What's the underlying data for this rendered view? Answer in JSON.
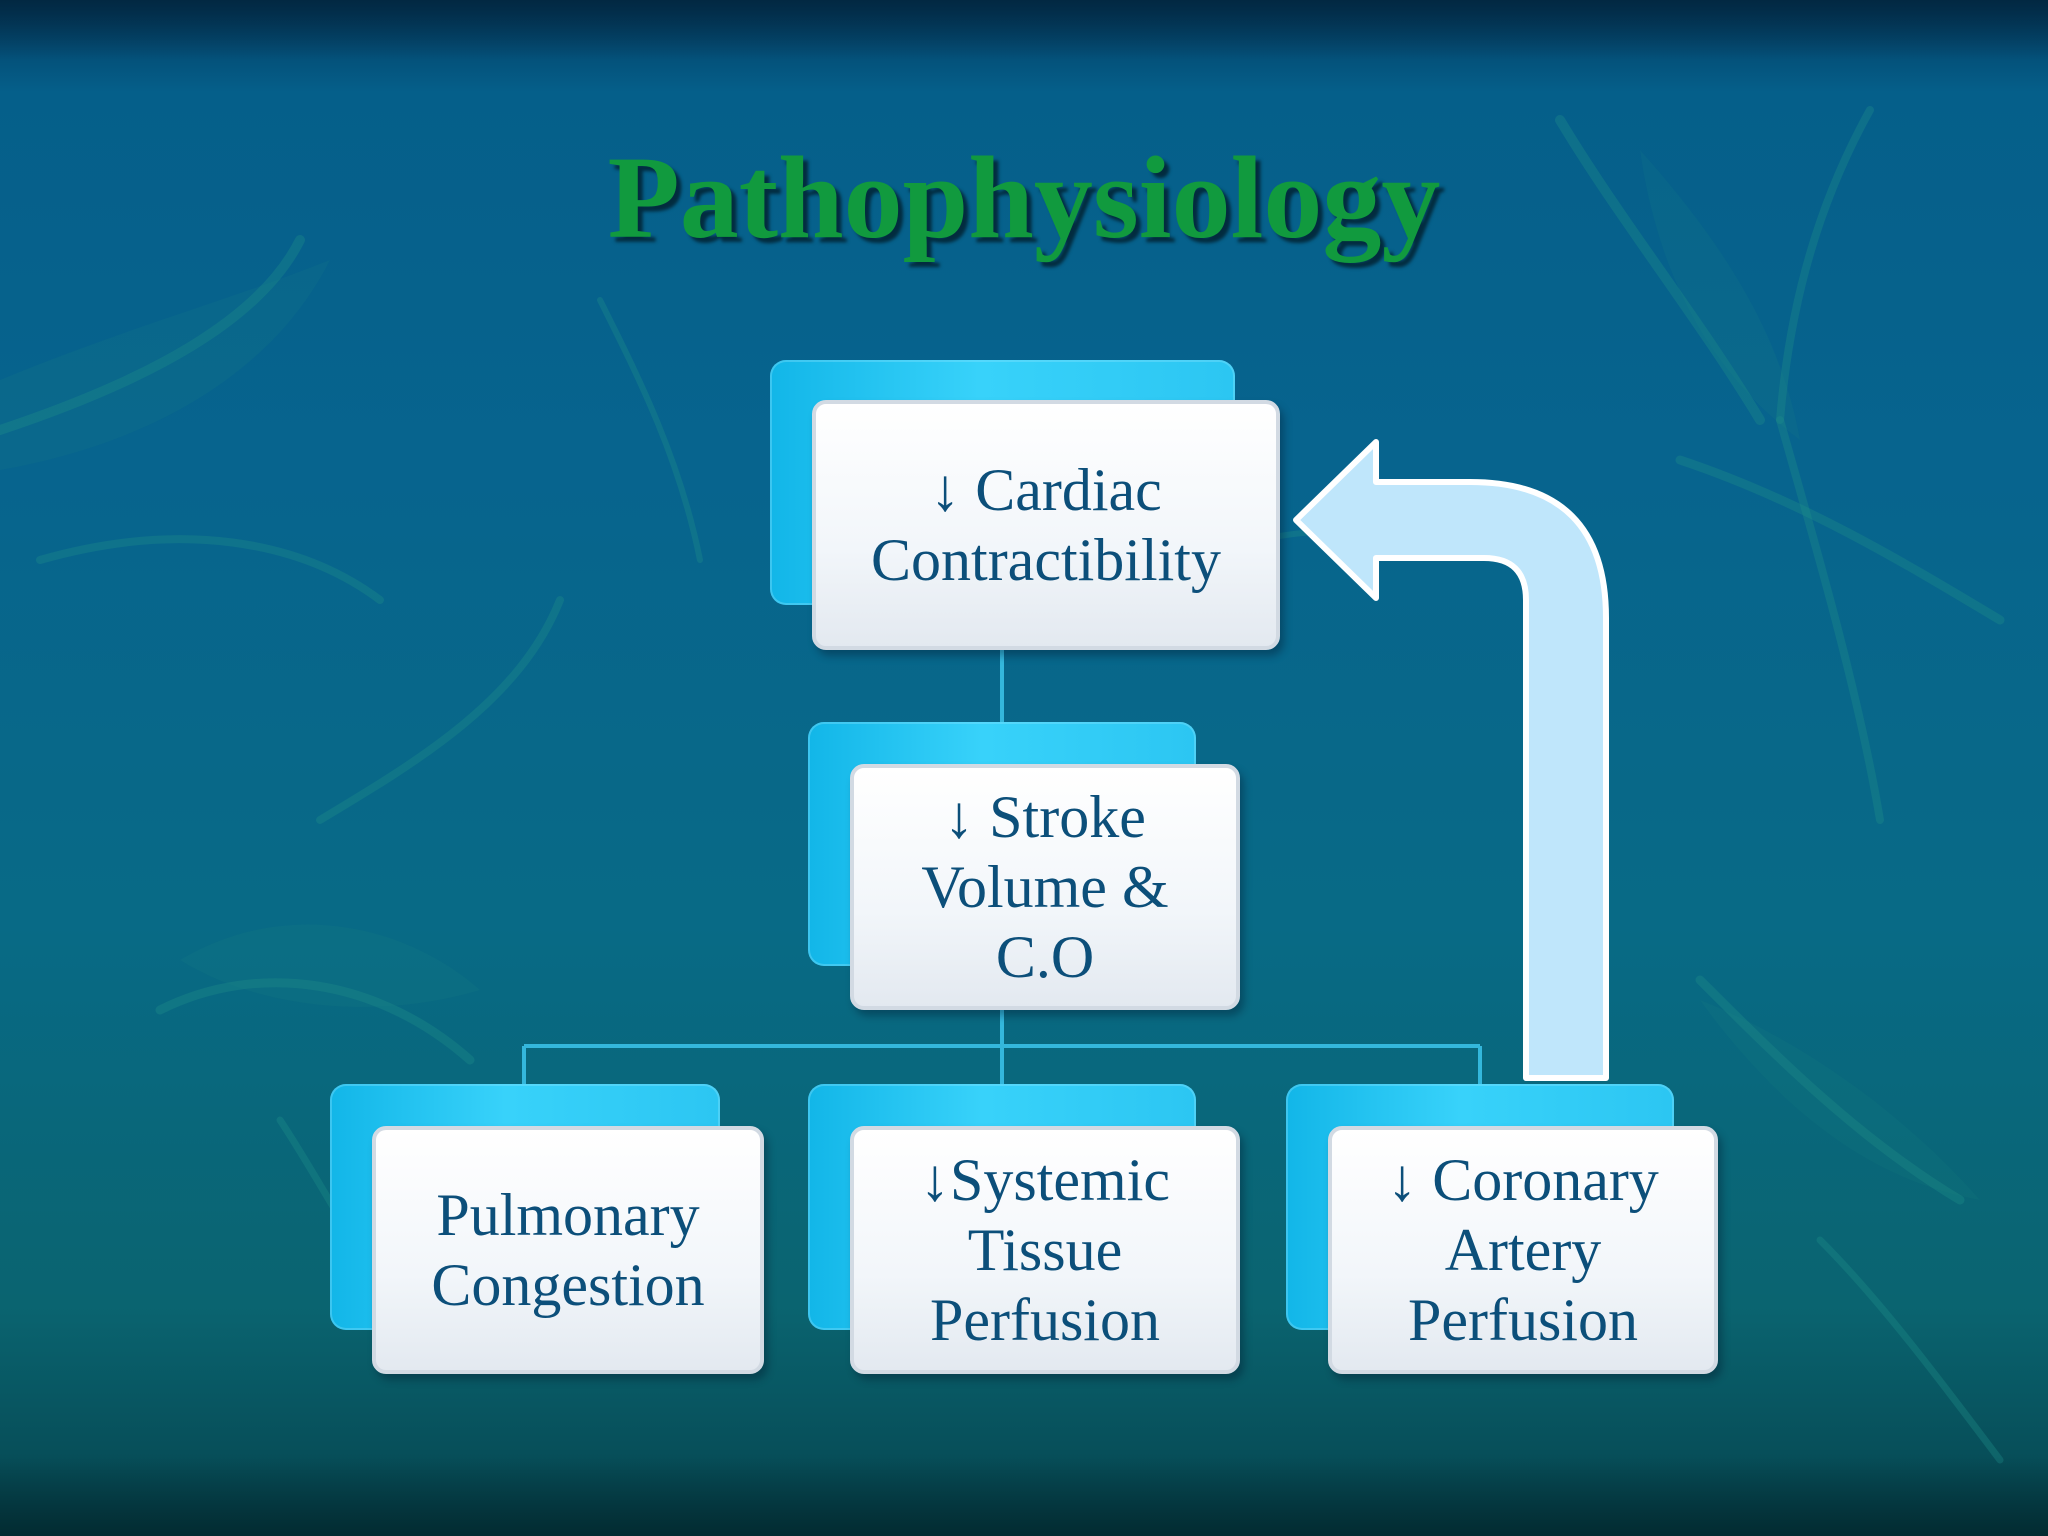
{
  "slide": {
    "title": "Pathophysiology"
  },
  "diagram": {
    "nodes": {
      "cardiac": "↓ Cardiac\nContractibility",
      "stroke": "↓ Stroke\nVolume &\nC.O",
      "pulmonary": "Pulmonary\nCongestion",
      "systemic": "↓Systemic\nTissue\nPerfusion",
      "coronary": "↓ Coronary\nArtery\nPerfusion"
    },
    "edges": [
      {
        "from": "cardiac",
        "to": "stroke"
      },
      {
        "from": "stroke",
        "to": "pulmonary"
      },
      {
        "from": "stroke",
        "to": "systemic"
      },
      {
        "from": "stroke",
        "to": "coronary"
      },
      {
        "from": "coronary",
        "to": "cardiac",
        "style": "curved-arrow"
      }
    ]
  },
  "colors": {
    "title": "#119a3e",
    "node_text": "#0c4f7a",
    "node_back": "#2cc6f2",
    "connector": "#34b7dc",
    "feedback_arrow": "#bfe6fb"
  }
}
